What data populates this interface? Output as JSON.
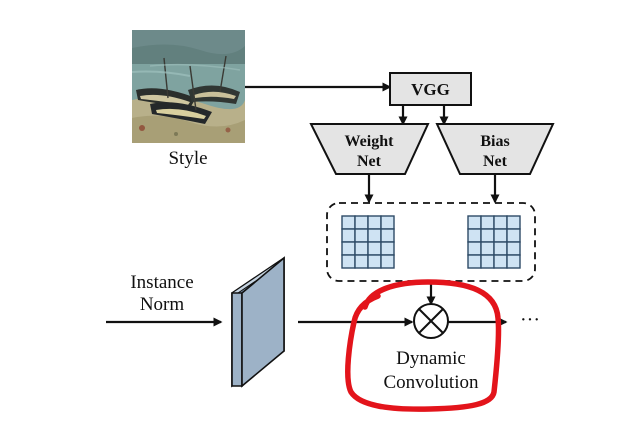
{
  "style_image": {
    "caption": "Style",
    "palette": {
      "sky": "#6d8a8a",
      "sea": "#7fa3a0",
      "sand": "#b8b08a",
      "boat_dark": "#2b2f2c",
      "boat_light": "#cfc7a0",
      "accent": "#8a3a2a"
    }
  },
  "vgg": {
    "label": "VGG",
    "fill": "#e4e4e4"
  },
  "weight_net": {
    "line1": "Weight",
    "line2": "Net",
    "fill": "#e4e4e4"
  },
  "bias_net": {
    "line1": "Bias",
    "line2": "Net",
    "fill": "#e4e4e4"
  },
  "kernel_grid": {
    "rows": 4,
    "cols": 4,
    "fill": "#cfe3f3",
    "stroke": "#2d4a66"
  },
  "input_label": {
    "line1": "Instance",
    "line2": "Norm"
  },
  "feature_map": {
    "front": "#9db2c7",
    "top": "#c6d4e1",
    "side": "#7f97ae"
  },
  "operator": {
    "symbol": "⊗",
    "label_line1": "Dynamic",
    "label_line2": "Convolution"
  },
  "continuation": "···",
  "highlight": {
    "color": "#e3141b"
  },
  "colors": {
    "line": "#111111"
  }
}
